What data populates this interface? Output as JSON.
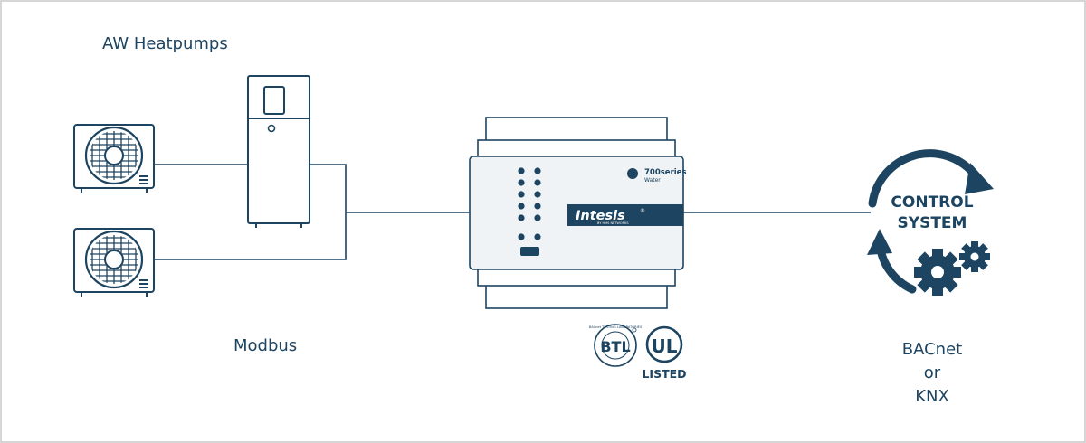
{
  "labels": {
    "heatpumps": "AW Heatpumps",
    "protocol_left": "Modbus",
    "protocol_right": [
      "BACnet",
      "or",
      "KNX"
    ]
  },
  "gateway": {
    "brand": "Intesis",
    "brand_mark": "®",
    "brand_sub": "BY HMS NETWORKS",
    "series": "700series",
    "series_sub": "Water"
  },
  "control_system": {
    "line1": "CONTROL",
    "line2": "SYSTEM"
  },
  "certifications": {
    "btl": "BTL",
    "btl_ring": "BACnet TESTING LABORATORIES",
    "ul_mark": "UL",
    "ul_text": "LISTED"
  },
  "colors": {
    "navy": "#1d4460",
    "outline": "#1d4460",
    "light_panel": "#f0f3f5"
  }
}
